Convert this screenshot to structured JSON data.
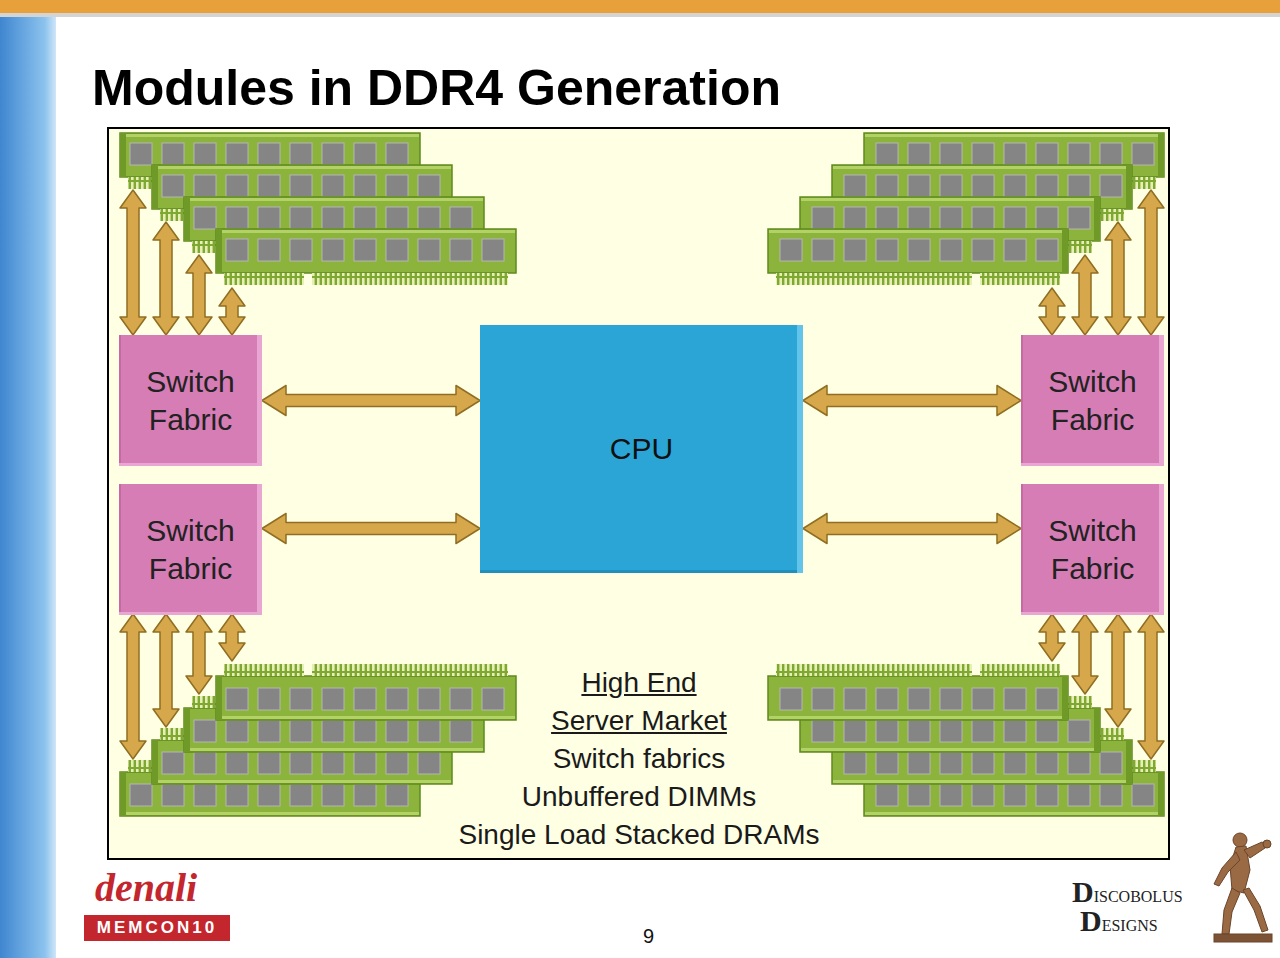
{
  "diagram": {
    "title": "Modules in DDR4 Generation",
    "nodes": [
      {
        "text": [
          "High End Server Market",
          "Switch fabrics",
          "Unbuffered DIMMs",
          "Single Load Stacked DRAMs"
        ]
      },
      {
        "text": [
          "Switch Fabric"
        ],
        "in": 0
      },
      {
        "text": [
          "CPU"
        ],
        "in": 0
      },
      {
        "text": [
          "Switch Fabric"
        ],
        "in": 0
      },
      {
        "text": [
          "Switch Fabric"
        ],
        "in": 0
      },
      {
        "text": [
          "Switch Fabric"
        ],
        "in": 0
      }
    ],
    "edges": [
      {
        "from": 1,
        "to": 2,
        "arrow": "both"
      },
      {
        "from": 2,
        "to": 3,
        "arrow": "both"
      },
      {
        "from": 4,
        "to": 2,
        "arrow": "both"
      },
      {
        "from": 2,
        "to": 5,
        "arrow": "both"
      }
    ],
    "labels": [
      "denali",
      "MEMCON10",
      "9",
      "DISCOBOLUS",
      "DESIGNS"
    ]
  }
}
